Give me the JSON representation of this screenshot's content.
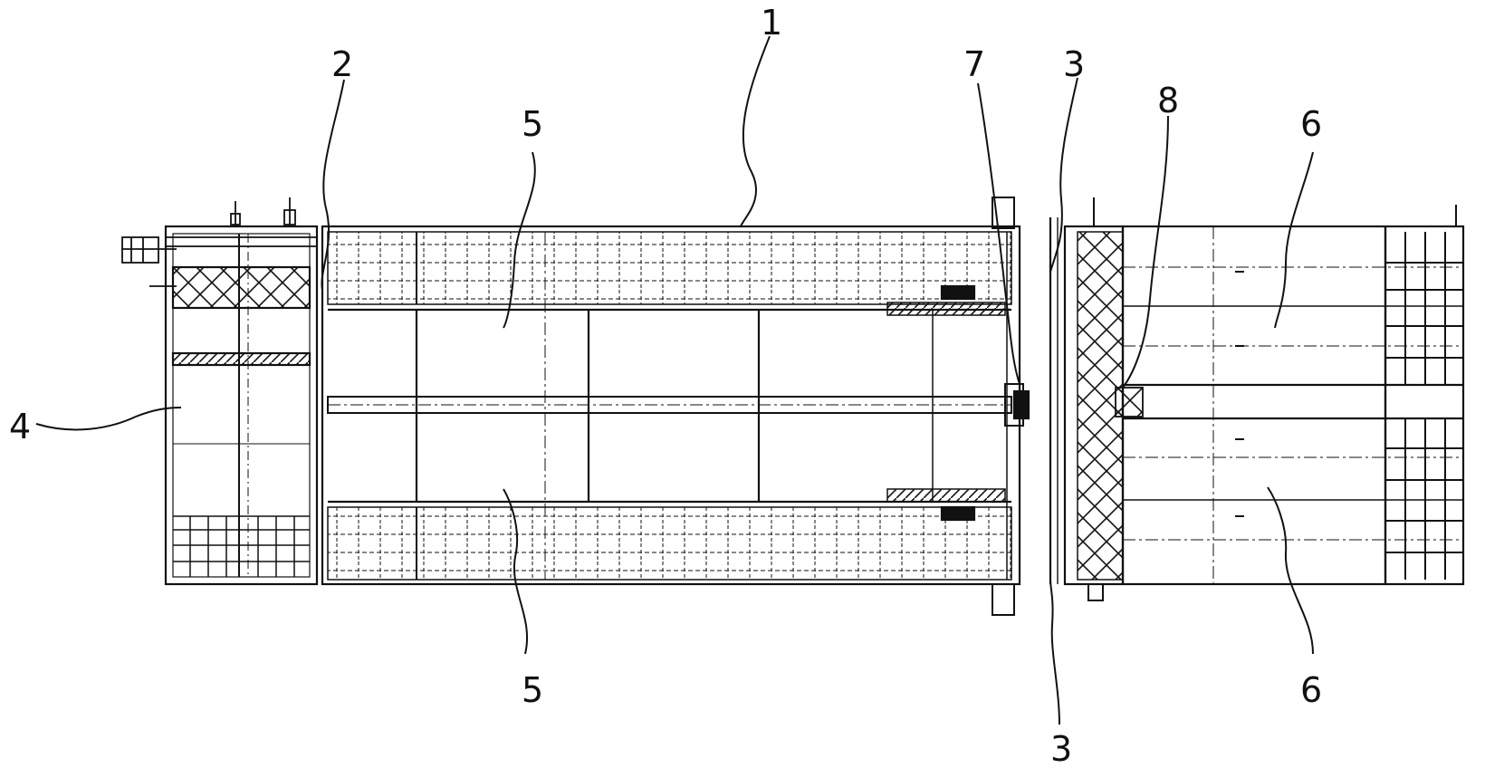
{
  "labels": {
    "one": "1",
    "two": "2",
    "three_top": "3",
    "three_bottom": "3",
    "four": "4",
    "five_top": "5",
    "five_bottom": "5",
    "six_top": "6",
    "six_bottom": "6",
    "seven": "7",
    "eight": "8"
  },
  "colors": {
    "ink": "#111111",
    "paper": "#ffffff"
  }
}
